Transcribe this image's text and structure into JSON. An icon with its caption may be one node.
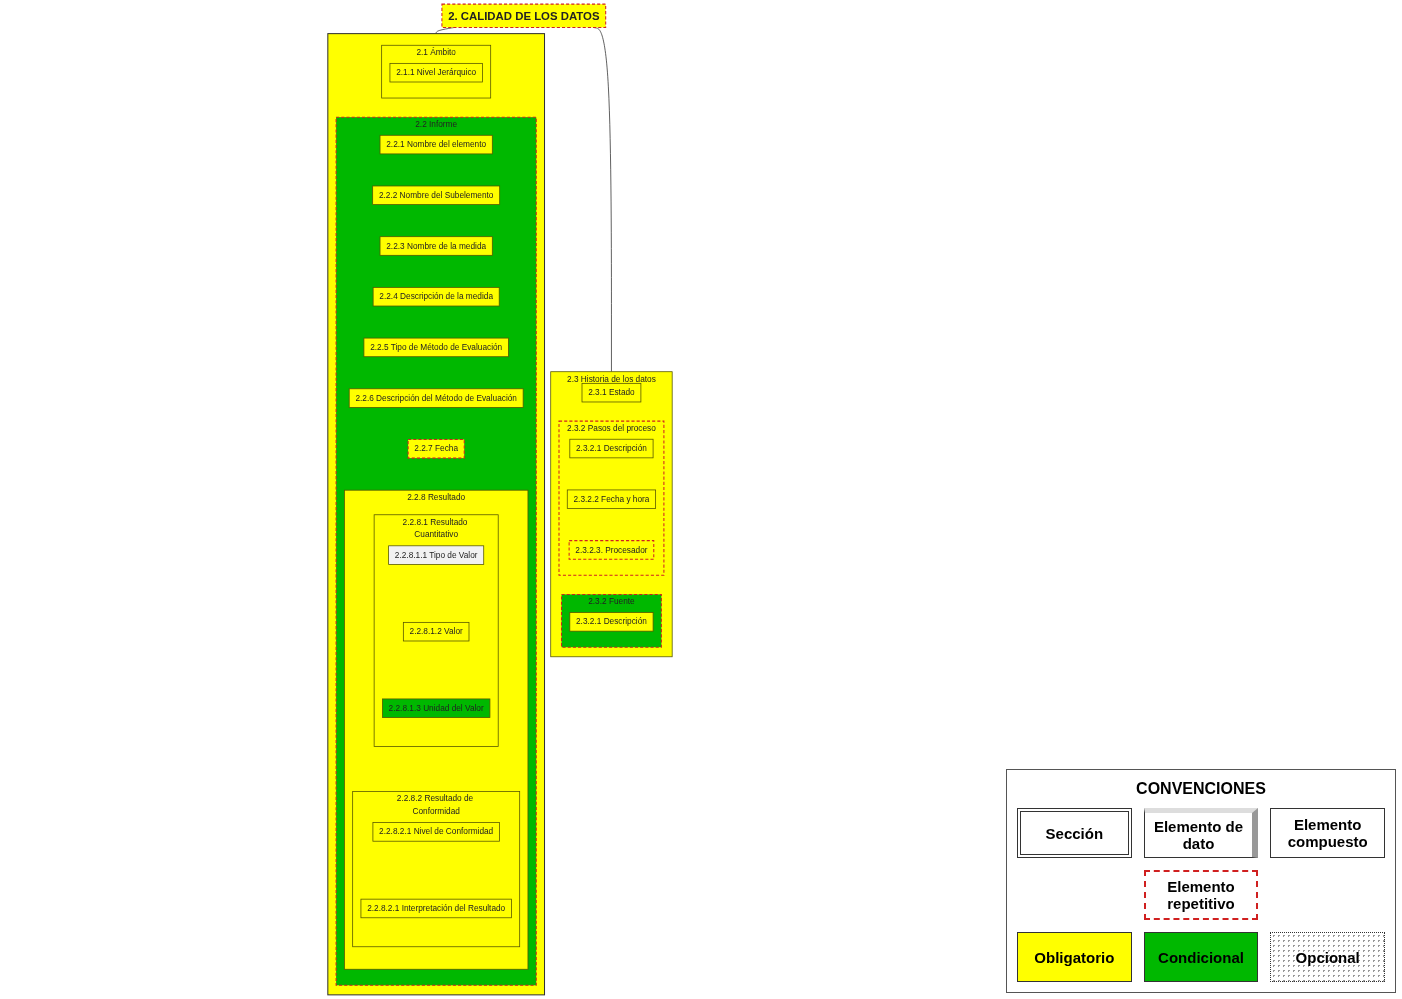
{
  "diagram": {
    "nodes": [
      {
        "text": [
          "2. CALIDAD DE LOS DATOS"
        ]
      },
      {
        "text": [],
        "shape": "box"
      },
      {
        "text": [
          "2.1 Ámbito"
        ],
        "in": 1
      },
      {
        "text": [
          "2.1.1 Nivel Jerárquico"
        ],
        "in": 2
      },
      {
        "text": [
          "2.2 Informe"
        ],
        "in": 1
      },
      {
        "text": [
          "2.2.1 Nombre del elemento"
        ],
        "in": 4
      },
      {
        "text": [
          "2.2.2 Nombre del Subelemento"
        ],
        "in": 4
      },
      {
        "text": [
          "2.2.3 Nombre de la medida"
        ],
        "in": 4
      },
      {
        "text": [
          "2.2.4 Descripción de la medida"
        ],
        "in": 4
      },
      {
        "text": [
          "2.2.5 Tipo de Método de Evaluación"
        ],
        "in": 4
      },
      {
        "text": [
          "2.2.6 Descripción del Método de Evaluación"
        ],
        "in": 4
      },
      {
        "text": [
          "2.2.7 Fecha"
        ],
        "in": 4
      },
      {
        "text": [
          "2.2.8 Resultado"
        ],
        "in": 4
      },
      {
        "text": [
          "2.2.8.1 Resultado Cuantitativo"
        ],
        "in": 12
      },
      {
        "text": [
          "2.2.8.1.1 Tipo de Valor"
        ],
        "in": 13
      },
      {
        "text": [
          "2.2.8.1.2 Valor"
        ],
        "in": 13
      },
      {
        "text": [
          "2.2.8.1.3 Unidad del Valor"
        ],
        "in": 13
      },
      {
        "text": [
          "2.2.8.2 Resultado de Conformidad"
        ],
        "in": 12
      },
      {
        "text": [
          "2.2.8.2.1 Nivel de Conformidad"
        ],
        "in": 17
      },
      {
        "text": [
          "2.2.8.2.1 Interpretación del Resultado"
        ],
        "in": 17
      },
      {
        "text": [
          "2.3 Historia de los datos"
        ]
      },
      {
        "text": [
          "2.3.1 Estado"
        ],
        "in": 20
      },
      {
        "text": [
          "2.3.2 Pasos del proceso"
        ],
        "in": 20
      },
      {
        "text": [
          "2.3.2.1 Descripción"
        ],
        "in": 22
      },
      {
        "text": [
          "2.3.2.2 Fecha y hora"
        ],
        "in": 22
      },
      {
        "text": [
          "2.3.2.3. Procesador"
        ],
        "in": 22
      },
      {
        "text": [
          "2.3.2 Fuente"
        ],
        "in": 20
      },
      {
        "text": [
          "2.3.2.1 Descripción"
        ],
        "in": 26
      }
    ],
    "edges": [
      {
        "from": 0,
        "to": 1,
        "arrow": "none"
      },
      {
        "from": 0,
        "to": 20,
        "arrow": "none"
      }
    ],
    "labels": [
      "CONVENCIONES"
    ],
    "legend": [
      {
        "text": "Sección"
      },
      {
        "text": "Elemento de dato"
      },
      {
        "text": "Elemento compuesto"
      },
      {
        "text": "Elemento repetitivo"
      },
      {
        "text": "Obligatorio",
        "color": "#ffff00"
      },
      {
        "text": "Condicional",
        "color": "#00b800"
      },
      {
        "text": "Opcional"
      }
    ]
  }
}
